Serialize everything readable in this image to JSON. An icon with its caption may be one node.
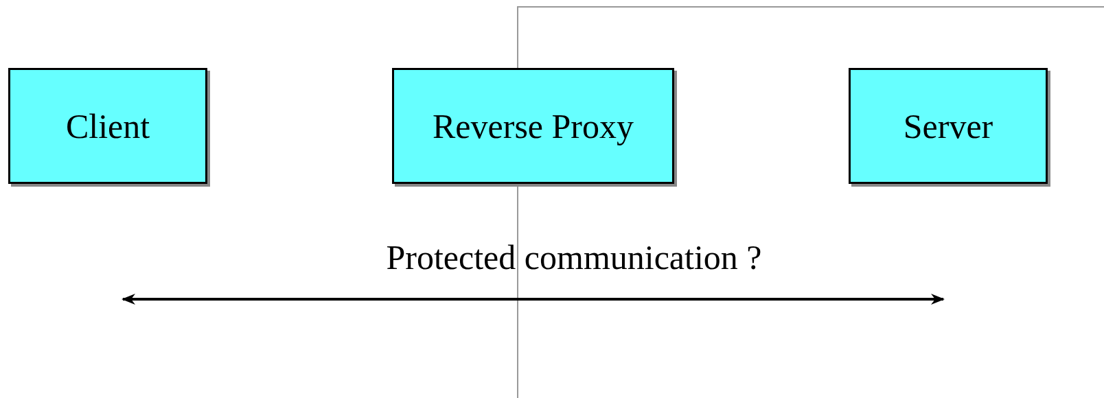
{
  "diagram": {
    "nodes": [
      {
        "text": [
          "Client"
        ]
      },
      {
        "text": [
          "Reverse Proxy"
        ]
      },
      {
        "text": [
          "Server"
        ]
      }
    ],
    "labels": [
      "Protected communication ?"
    ]
  }
}
